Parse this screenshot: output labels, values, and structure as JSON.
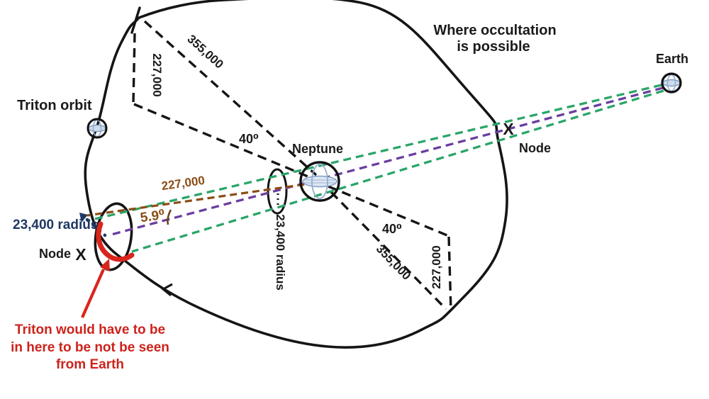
{
  "labels": {
    "triton_orbit": "Triton orbit",
    "occultation": {
      "line1": "Where occultation",
      "line2": "is possible"
    },
    "earth": "Earth",
    "neptune": "Neptune",
    "node_left": {
      "label": "Node",
      "x": "X"
    },
    "node_right": {
      "label": "Node",
      "x": "X"
    },
    "radius_left": "23,400 radius",
    "radius_middle": "23,400 radius"
  },
  "measurements": {
    "left": {
      "d355": "355,000",
      "d227": "227,000",
      "angle": "40⁰"
    },
    "right": {
      "d355": "355,000",
      "d227": "227,000",
      "angle": "40⁰"
    },
    "node": {
      "d227": "227,000",
      "angle": "5.9⁰"
    }
  },
  "annotation": {
    "line1": "Triton would have to be",
    "line2": "in here to be not be seen",
    "line3": "from Earth"
  },
  "colors": {
    "sight_line_green": "#2aa567",
    "earth_neptune_purple": "#6a3d9f",
    "node_distance_brown": "#8c4d15",
    "radius_navy": "#1f3864",
    "annotation_red": "#d9251c",
    "ink_black": "#151515"
  }
}
